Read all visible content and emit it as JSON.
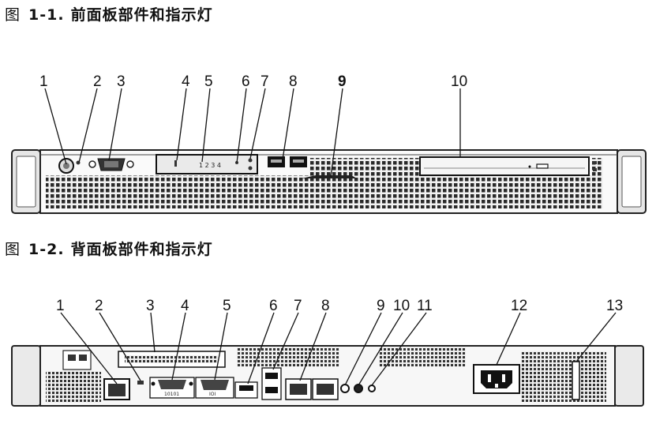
{
  "figures": [
    {
      "label": "图",
      "number": "1-1.",
      "title": "前面板部件和指示灯",
      "callouts": [
        "1",
        "2",
        "3",
        "4",
        "5",
        "6",
        "7",
        "8",
        "9",
        "10"
      ]
    },
    {
      "label": "图",
      "number": "1-2.",
      "title": "背面板部件和指示灯",
      "callouts": [
        "1",
        "2",
        "3",
        "4",
        "5",
        "6",
        "7",
        "8",
        "9",
        "10",
        "11",
        "12",
        "13"
      ]
    }
  ],
  "panel_marks": {
    "front_led_numbers": "1 2 3 4",
    "rear_serial_label": "10101",
    "rear_vga_label": "IOI"
  }
}
